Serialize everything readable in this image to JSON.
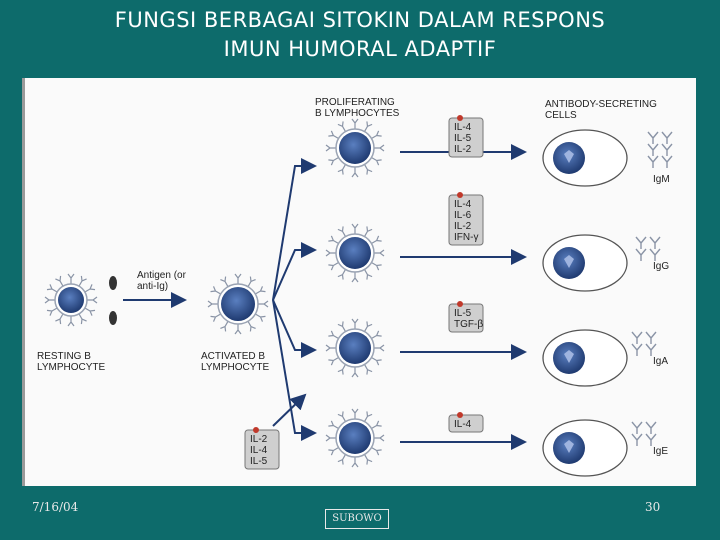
{
  "slide": {
    "title_line1": "FUNGSI BERBAGAI SITOKIN DALAM RESPONS",
    "title_line2": "IMUN HUMORAL ADAPTIF",
    "date": "7/16/04",
    "page_number": "30",
    "author": "SUBOWO"
  },
  "diagram": {
    "resting_label": [
      "RESTING B",
      "LYMPHOCYTE"
    ],
    "antigen_label": [
      "Antigen (or",
      "anti-Ig)"
    ],
    "activated_label": [
      "ACTIVATED B",
      "LYMPHOCYTE"
    ],
    "proliferating_label": [
      "PROLIFERATING",
      "B LYMPHOCYTES"
    ],
    "secreting_label": [
      "ANTIBODY-SECRETING",
      "CELLS"
    ],
    "activation_cytokines": [
      "IL-2",
      "IL-4",
      "IL-5"
    ],
    "branches": [
      {
        "cytokines": [
          "IL-4",
          "IL-5",
          "IL-2"
        ],
        "antibody": "IgM"
      },
      {
        "cytokines": [
          "IL-4",
          "IL-6",
          "IL-2",
          "IFN-γ"
        ],
        "antibody": "IgG"
      },
      {
        "cytokines": [
          "IL-5",
          "TGF-β"
        ],
        "antibody": "IgA"
      },
      {
        "cytokines": [
          "IL-4"
        ],
        "antibody": "IgE"
      }
    ]
  },
  "colors": {
    "background": "#0d6b6b",
    "cell_nucleus": "#2e4f8c",
    "cytokine_box": "#cfcfcf",
    "cytokine_dot": "#c0392b"
  }
}
